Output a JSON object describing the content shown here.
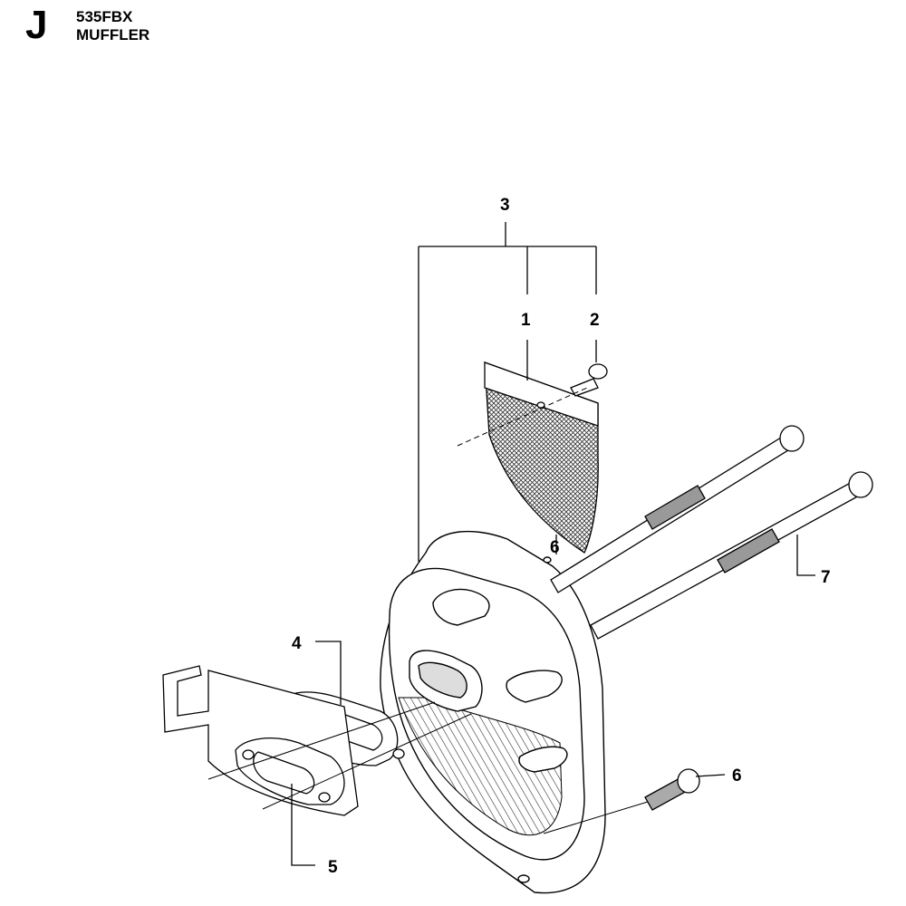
{
  "header": {
    "section_letter": "J",
    "model": "535FBX",
    "part_name": "MUFFLER"
  },
  "callouts": {
    "c1": "1",
    "c2": "2",
    "c3": "3",
    "c4": "4",
    "c5": "5",
    "c6a": "6",
    "c6b": "6",
    "c7": "7"
  }
}
